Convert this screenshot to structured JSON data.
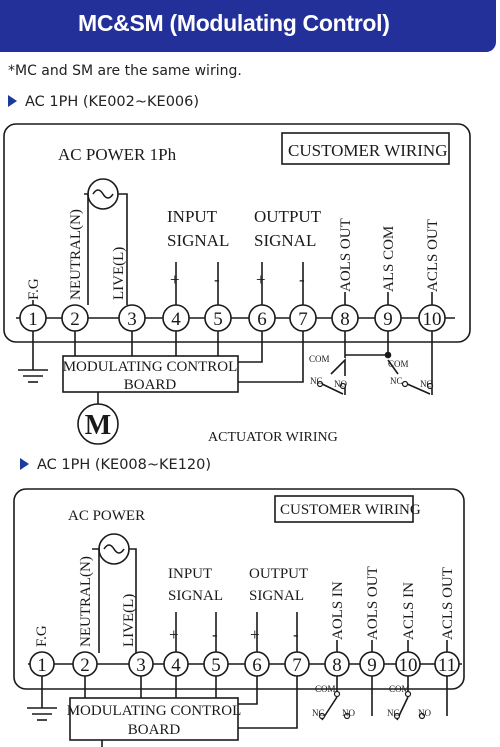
{
  "header": {
    "title": "MC&SM (Modulating Control)"
  },
  "note": "*MC and SM are the same wiring.",
  "diagram1": {
    "section_title": "AC 1PH (KE002~KE006)",
    "customer_wiring": "CUSTOMER WIRING",
    "ac_power": "AC POWER 1Ph",
    "input_signal_1": "INPUT",
    "input_signal_2": "SIGNAL",
    "output_signal_1": "OUTPUT",
    "output_signal_2": "SIGNAL",
    "terminal_labels": [
      "F.G",
      "NEUTRAL(N)",
      "LIVE(L)",
      "AOLS OUT",
      "ALS COM",
      "ACLS OUT"
    ],
    "terminals": [
      "1",
      "2",
      "3",
      "4",
      "5",
      "6",
      "7",
      "8",
      "9",
      "10"
    ],
    "polarity": [
      "+",
      "-",
      "+",
      "-"
    ],
    "board_line1": "MODULATING CONTROL",
    "board_line2": "BOARD",
    "motor": "M",
    "switch_com": "COM",
    "switch_nc": "NC",
    "switch_no": "NO",
    "actuator_wiring": "ACTUATOR WIRING"
  },
  "diagram2": {
    "section_title": "AC 1PH (KE008~KE120)",
    "customer_wiring": "CUSTOMER WIRING",
    "ac_power": "AC POWER",
    "input_signal_1": "INPUT",
    "input_signal_2": "SIGNAL",
    "output_signal_1": "OUTPUT",
    "output_signal_2": "SIGNAL",
    "terminal_labels": [
      "F.G",
      "NEUTRAL(N)",
      "LIVE(L)",
      "AOLS IN",
      "AOLS OUT",
      "ACLS IN",
      "ACLS OUT"
    ],
    "terminals": [
      "1",
      "2",
      "3",
      "4",
      "5",
      "6",
      "7",
      "8",
      "9",
      "10",
      "11"
    ],
    "polarity": [
      "+",
      "-",
      "+",
      "-"
    ],
    "board_line1": "MODULATING CONTROL",
    "board_line2": "BOARD",
    "switch_com": "COM",
    "switch_nc": "NC",
    "switch_no": "NO"
  },
  "colors": {
    "header_bg": "#23309a",
    "triangle": "#1c3a9a"
  }
}
